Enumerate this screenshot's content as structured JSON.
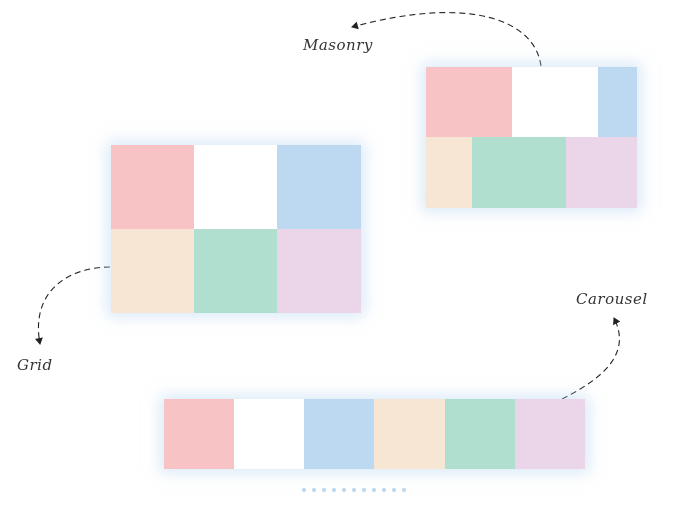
{
  "labels": {
    "masonry": "Masonry",
    "grid": "Grid",
    "carousel": "Carousel"
  },
  "colors": {
    "pink": "#f8c3c4",
    "white": "#ffffff",
    "blue": "#bdd9f2",
    "peach": "#f7e6d3",
    "green": "#b1dfcf",
    "lilac": "#ebd5e9",
    "dot": "#bcd8ef",
    "arrow": "#222222"
  },
  "grid_tiles": [
    "pink",
    "white",
    "blue",
    "peach",
    "green",
    "lilac"
  ],
  "masonry_rows": [
    [
      "pink",
      "white",
      "blue"
    ],
    [
      "peach",
      "green",
      "lilac"
    ]
  ],
  "carousel_tiles": [
    "pink",
    "white",
    "blue",
    "peach",
    "green",
    "lilac"
  ],
  "carousel_dot_count": 11
}
